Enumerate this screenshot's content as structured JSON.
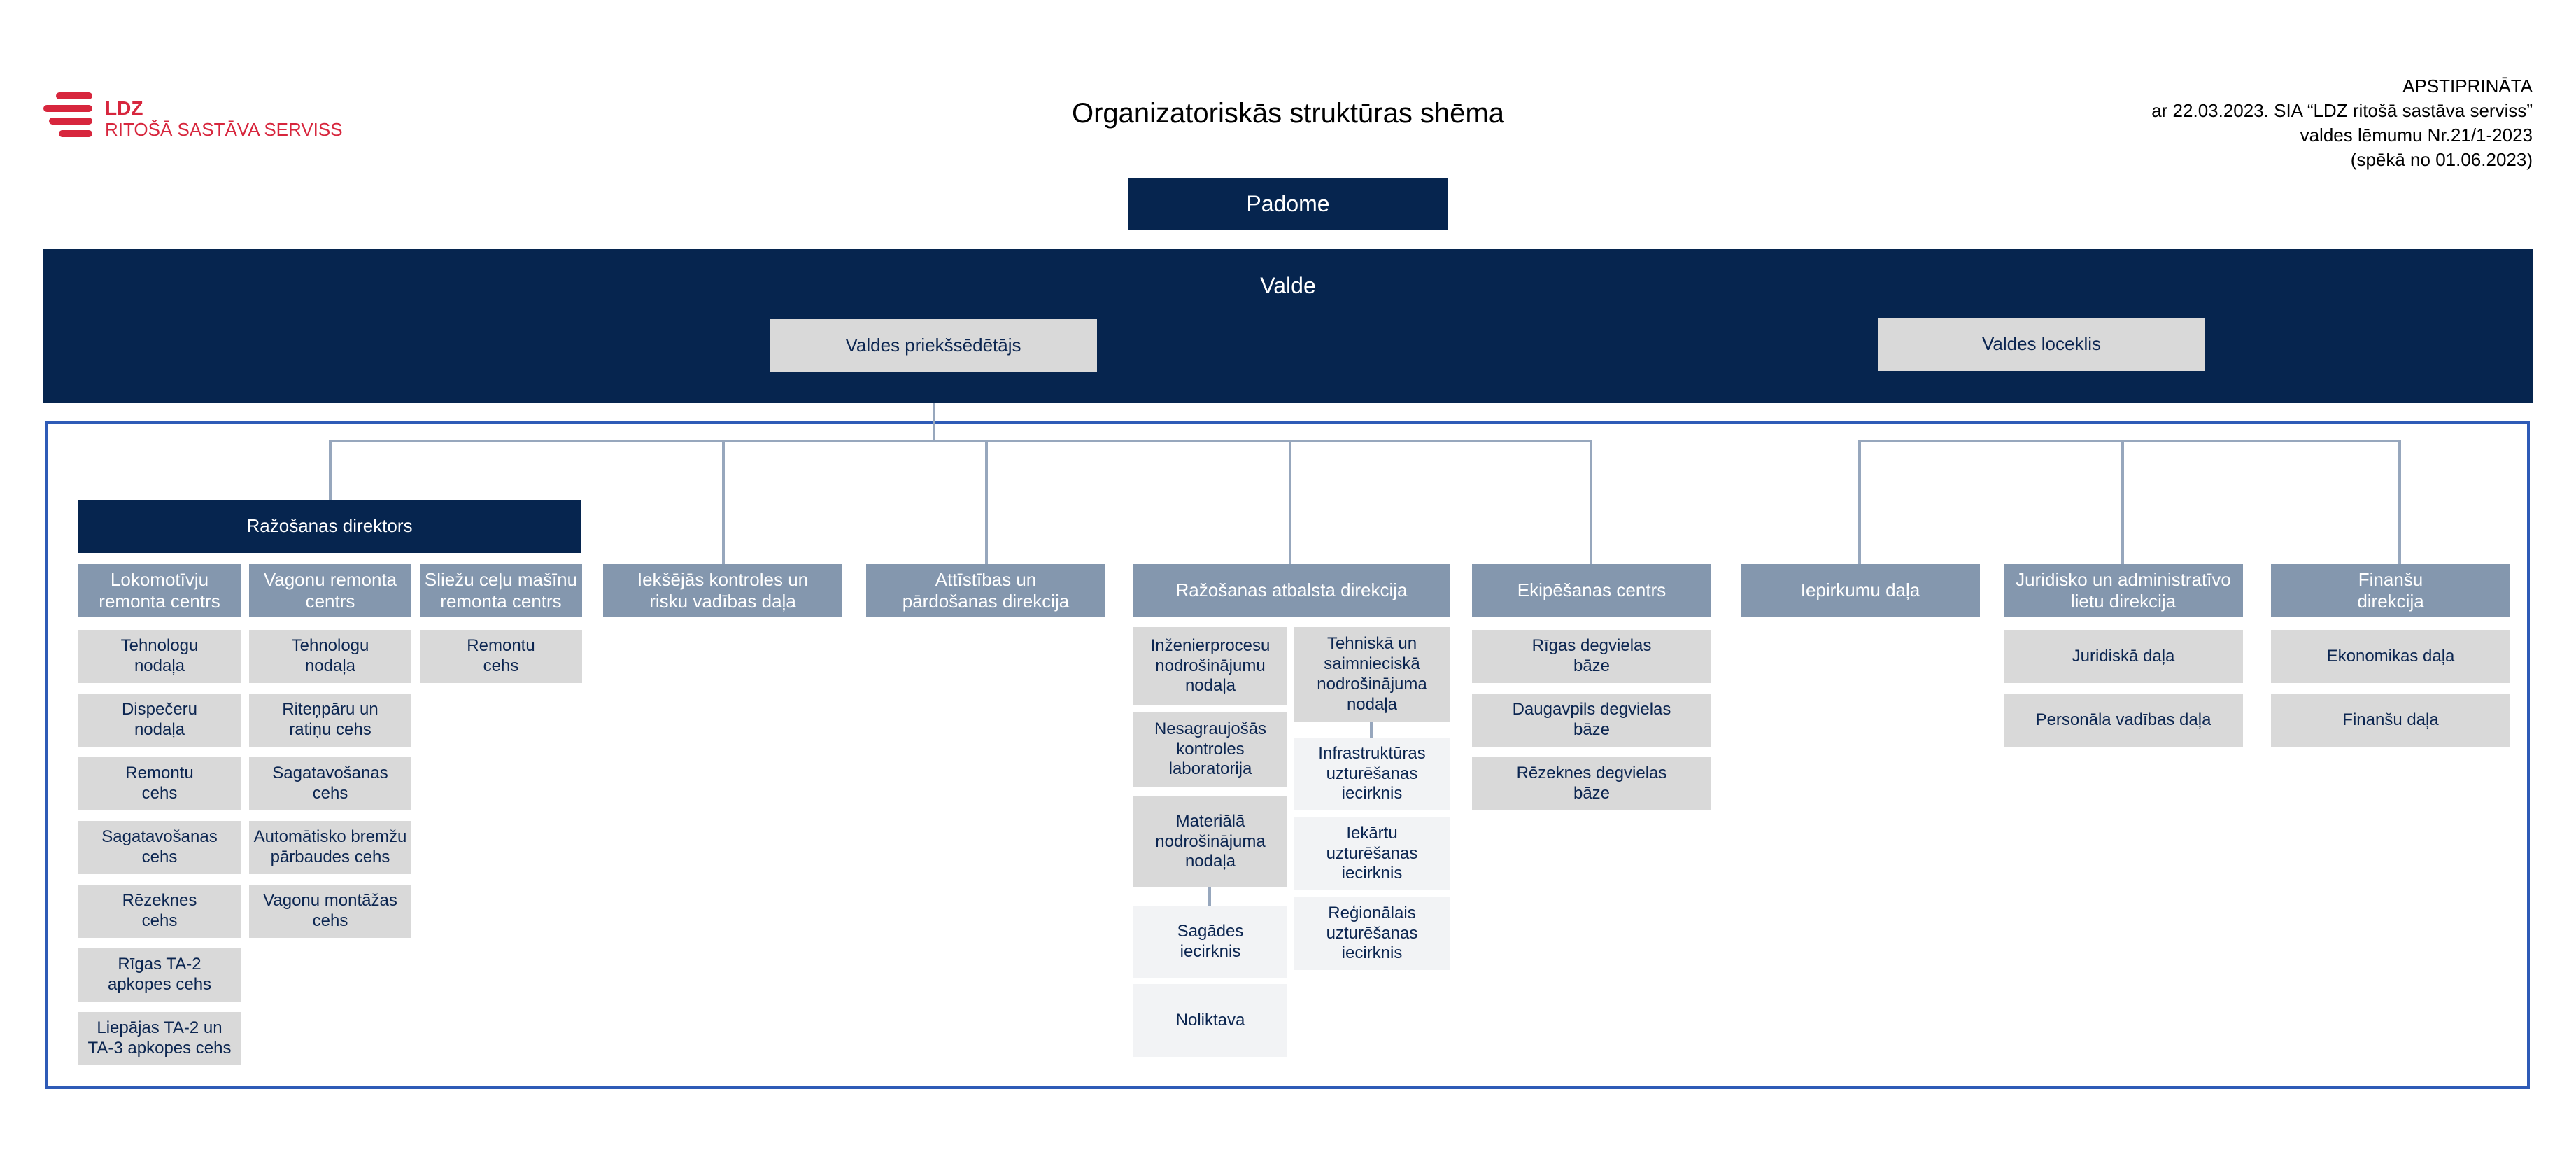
{
  "logo": {
    "line1": "LDZ",
    "line2": "RITOŠĀ SASTĀVA SERVISS",
    "color": "#d7263d"
  },
  "title": "Organizatoriskās struktūras shēma",
  "approval": {
    "line1": "APSTIPRINĀTA",
    "line2": "ar 22.03.2023. SIA “LDZ ritošā sastāva serviss”",
    "line3": "valdes lēmumu Nr.21/1-2023",
    "line4": "(spēkā no 01.06.2023)"
  },
  "colors": {
    "navy": "#06254f",
    "slate": "#8497ae",
    "grey": "#d9d9d9",
    "pale": "#f2f3f5",
    "frame": "#2f5bb7",
    "connector": "#97a7bd"
  },
  "padome": "Padome",
  "valde": {
    "title": "Valde",
    "chair": "Valdes priekšsēdētājs",
    "member": "Valdes loceklis"
  },
  "production": {
    "director": "Ražošanas direktors",
    "centres": [
      {
        "title": "Lokomotīvju\nremonta centrs",
        "units": [
          "Tehnologu\nnodaļa",
          "Dispečeru\nnodaļa",
          "Remontu\ncehs",
          "Sagatavošanas\ncehs",
          "Rēzeknes\ncehs",
          "Rīgas TA-2\napkopes cehs",
          "Liepājas TA-2 un\nTA-3 apkopes cehs"
        ]
      },
      {
        "title": "Vagonu remonta\ncentrs",
        "units": [
          "Tehnologu\nnodaļa",
          "Riteņpāru un\nratiņu cehs",
          "Sagatavošanas\ncehs",
          "Automātisko bremžu\npārbaudes cehs",
          "Vagonu montāžas\ncehs"
        ]
      },
      {
        "title": "Sliežu ceļu mašīnu\nremonta centrs",
        "units": [
          "Remontu\ncehs"
        ]
      }
    ]
  },
  "internal_control": "Iekšējās kontroles un\nrisku vadības daļa",
  "development": "Attīstības un\npārdošanas direkcija",
  "support": {
    "title": "Ražošanas atbalsta direkcija",
    "left": [
      "Inženierprocesu\nnodrošinājumu\nnodaļa",
      "Nesagraujošās\nkontroles\nlaboratorija",
      "Materiālā\nnodrošinājuma\nnodaļa"
    ],
    "left_sub": [
      "Sagādes\niecirknis",
      "Noliktava"
    ],
    "right": [
      "Tehniskā un\nsaimnieciskā\nnodrošinājuma\nnodaļa"
    ],
    "right_sub": [
      "Infrastruktūras\nuzturēšanas\niecirknis",
      "Iekārtu\nuzturēšanas\niecirknis",
      "Reģionālais\nuzturēšanas\niecirknis"
    ]
  },
  "equipment": {
    "title": "Ekipēšanas centrs",
    "units": [
      "Rīgas degvielas\nbāze",
      "Daugavpils degvielas\nbāze",
      "Rēzeknes degvielas\nbāze"
    ]
  },
  "procurement": "Iepirkumu daļa",
  "legal": {
    "title": "Juridisko un administratīvo\nlietu direkcija",
    "units": [
      "Juridiskā daļa",
      "Personāla vadības daļa"
    ]
  },
  "finance": {
    "title": "Finanšu\ndirekcija",
    "units": [
      "Ekonomikas daļa",
      "Finanšu daļa"
    ]
  }
}
